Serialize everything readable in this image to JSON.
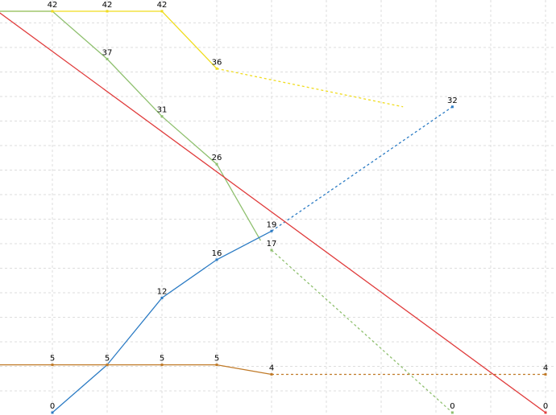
{
  "chart_data": {
    "type": "line",
    "title": "",
    "xlabel": "",
    "ylabel": "",
    "grid": true,
    "x": [
      0,
      1,
      2,
      3,
      4,
      5,
      6,
      7,
      8,
      9,
      10
    ],
    "ylim": [
      0,
      42
    ],
    "series": [
      {
        "color": "#f0dc1e",
        "solid": [
          {
            "x": 0,
            "y": 42
          },
          {
            "x": 1,
            "y": 42
          },
          {
            "x": 2,
            "y": 42
          },
          {
            "x": 3,
            "y": 42
          },
          {
            "x": 4,
            "y": 36
          }
        ],
        "dashed": [
          {
            "x": 4,
            "y": 36
          },
          {
            "x": 7.4,
            "y": 32
          }
        ],
        "labels": [
          {
            "x": 0,
            "y": 42,
            "text": "2"
          },
          {
            "x": 1,
            "y": 42,
            "text": "42"
          },
          {
            "x": 2,
            "y": 42,
            "text": "42"
          },
          {
            "x": 3,
            "y": 42,
            "text": "42"
          },
          {
            "x": 4,
            "y": 36,
            "text": "36"
          }
        ]
      },
      {
        "color": "#8fc06f",
        "solid": [
          {
            "x": 0,
            "y": 42
          },
          {
            "x": 1,
            "y": 42
          },
          {
            "x": 2,
            "y": 37
          },
          {
            "x": 3,
            "y": 31
          },
          {
            "x": 4,
            "y": 26
          },
          {
            "x": 4.8,
            "y": 18
          }
        ],
        "dashed": [
          {
            "x": 5,
            "y": 17
          },
          {
            "x": 8.3,
            "y": 0
          }
        ],
        "labels": [
          {
            "x": 2,
            "y": 37,
            "text": "37"
          },
          {
            "x": 3,
            "y": 31,
            "text": "31"
          },
          {
            "x": 4,
            "y": 26,
            "text": "26"
          },
          {
            "x": 5,
            "y": 17,
            "text": "17"
          },
          {
            "x": 8.3,
            "y": 0,
            "text": "0"
          }
        ]
      },
      {
        "color": "#2b7bc4",
        "solid": [
          {
            "x": 1,
            "y": 0
          },
          {
            "x": 2,
            "y": 5
          },
          {
            "x": 3,
            "y": 12
          },
          {
            "x": 4,
            "y": 16
          },
          {
            "x": 5,
            "y": 19
          }
        ],
        "dashed": [
          {
            "x": 5,
            "y": 19
          },
          {
            "x": 8.3,
            "y": 32
          }
        ],
        "labels": [
          {
            "x": 1,
            "y": 0,
            "text": "0"
          },
          {
            "x": 3,
            "y": 12,
            "text": "12"
          },
          {
            "x": 4,
            "y": 16,
            "text": "16"
          },
          {
            "x": 5,
            "y": 19,
            "text": "19"
          },
          {
            "x": 8.3,
            "y": 32,
            "text": "32"
          }
        ]
      },
      {
        "color": "#c07a28",
        "solid": [
          {
            "x": 0,
            "y": 5
          },
          {
            "x": 1,
            "y": 5
          },
          {
            "x": 2,
            "y": 5
          },
          {
            "x": 3,
            "y": 5
          },
          {
            "x": 4,
            "y": 5
          },
          {
            "x": 5,
            "y": 4
          }
        ],
        "dashed": [
          {
            "x": 5,
            "y": 4
          },
          {
            "x": 10,
            "y": 4
          }
        ],
        "labels": [
          {
            "x": 1,
            "y": 5,
            "text": "5"
          },
          {
            "x": 2,
            "y": 5,
            "text": "5"
          },
          {
            "x": 3,
            "y": 5,
            "text": "5"
          },
          {
            "x": 4,
            "y": 5,
            "text": "5"
          },
          {
            "x": 5,
            "y": 4,
            "text": "4"
          },
          {
            "x": 10,
            "y": 4,
            "text": "4"
          }
        ]
      },
      {
        "color": "#e03c3c",
        "solid": [
          {
            "x": 0,
            "y": 42
          },
          {
            "x": 10,
            "y": 0
          }
        ],
        "dashed": [],
        "labels": [
          {
            "x": 10,
            "y": 0,
            "text": "0"
          }
        ]
      }
    ]
  }
}
